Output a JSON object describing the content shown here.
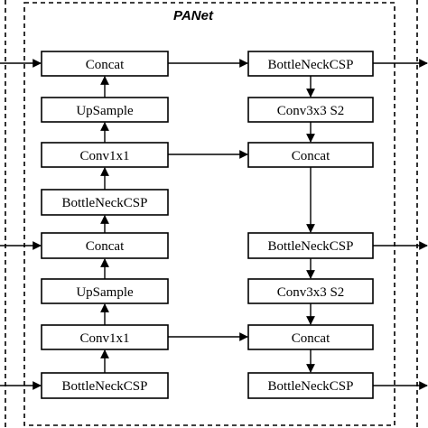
{
  "diagram": {
    "title": "PANet",
    "left_column": [
      "Concat",
      "UpSample",
      "Conv1x1",
      "BottleNeckCSP",
      "Concat",
      "UpSample",
      "Conv1x1",
      "BottleNeckCSP"
    ],
    "right_column": [
      "BottleNeckCSP",
      "Conv3x3 S2",
      "Concat",
      "BottleNeckCSP",
      "Conv3x3 S2",
      "Concat",
      "BottleNeckCSP"
    ]
  }
}
